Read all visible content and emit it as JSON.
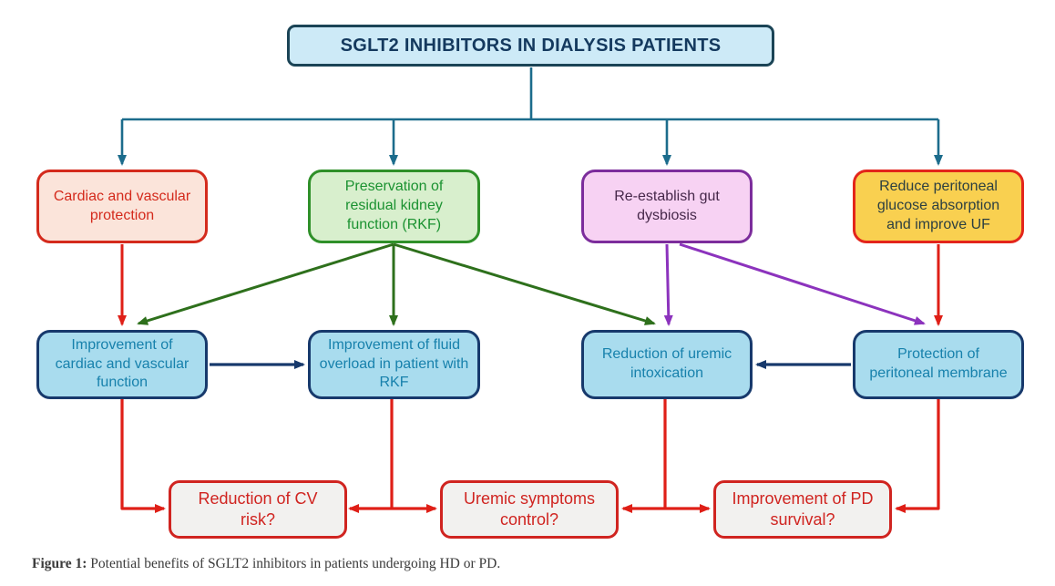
{
  "title": {
    "label": "SGLT2 INHIBITORS IN DIALYSIS PATIENTS"
  },
  "mechanisms": [
    {
      "label": "Cardiac and vascular protection",
      "fill": "#fbe4da",
      "border": "#d42a1c",
      "text": "#d42a1c"
    },
    {
      "label": "Preservation of residual kidney function (RKF)",
      "fill": "#d8efcd",
      "border": "#2f9029",
      "text": "#1b9231"
    },
    {
      "label": "Re-establish gut dysbiosis",
      "fill": "#f7d2f3",
      "border": "#7c2d9c",
      "text": "#46284a"
    },
    {
      "label": "Reduce peritoneal glucose absorption and improve UF",
      "fill": "#f9d050",
      "border": "#e3251b",
      "text": "#2c3f41"
    }
  ],
  "outcomes": [
    {
      "label": "Improvement of cardiac and vascular function",
      "fill": "#a9dcee",
      "border": "#17396c",
      "text": "#1781ac"
    },
    {
      "label": "Improvement of fluid overload in patient with RKF",
      "fill": "#a9dcee",
      "border": "#17396c",
      "text": "#1781ac"
    },
    {
      "label": "Reduction of uremic intoxication",
      "fill": "#a9dcee",
      "border": "#17396c",
      "text": "#1781ac"
    },
    {
      "label": "Protection of peritoneal membrane",
      "fill": "#a9dcee",
      "border": "#17396c",
      "text": "#1781ac"
    }
  ],
  "questions": [
    {
      "label": "Reduction of CV risk?",
      "fill": "#f2f1ef",
      "border": "#d02420",
      "text": "#d02420"
    },
    {
      "label": "Uremic symptoms control?",
      "fill": "#f2f1ef",
      "border": "#d02420",
      "text": "#d02420"
    },
    {
      "label": "Improvement of PD survival?",
      "fill": "#f2f1ef",
      "border": "#d02420",
      "text": "#d02420"
    }
  ],
  "caption": {
    "prefix": "Figure 1:",
    "text": " Potential benefits of SGLT2 inhibitors in patients undergoing HD or PD."
  },
  "arrow_colors": {
    "teal": "#1c6c8c",
    "red": "#df1f17",
    "green": "#2e701c",
    "purple": "#8c33bd",
    "navy": "#17396c"
  },
  "edges": [
    {
      "from": "title",
      "to": "mechanism-cardiac",
      "color": "teal"
    },
    {
      "from": "title",
      "to": "mechanism-rkf",
      "color": "teal"
    },
    {
      "from": "title",
      "to": "mechanism-gut",
      "color": "teal"
    },
    {
      "from": "title",
      "to": "mechanism-glucose",
      "color": "teal"
    },
    {
      "from": "mechanism-cardiac",
      "to": "outcome-cardiac-function",
      "color": "red"
    },
    {
      "from": "mechanism-rkf",
      "to": "outcome-cardiac-function",
      "color": "green"
    },
    {
      "from": "mechanism-rkf",
      "to": "outcome-fluid-overload",
      "color": "green"
    },
    {
      "from": "mechanism-rkf",
      "to": "outcome-uremic-intoxication",
      "color": "green"
    },
    {
      "from": "mechanism-gut",
      "to": "outcome-uremic-intoxication",
      "color": "purple"
    },
    {
      "from": "mechanism-gut",
      "to": "outcome-peritoneal-membrane",
      "color": "purple"
    },
    {
      "from": "mechanism-glucose",
      "to": "outcome-peritoneal-membrane",
      "color": "red"
    },
    {
      "from": "outcome-cardiac-function",
      "to": "outcome-fluid-overload",
      "color": "navy"
    },
    {
      "from": "outcome-peritoneal-membrane",
      "to": "outcome-uremic-intoxication",
      "color": "navy"
    },
    {
      "from": "outcome-cardiac-function",
      "to": "question-cv-risk",
      "color": "red"
    },
    {
      "from": "outcome-fluid-overload",
      "to": "question-cv-risk",
      "color": "red"
    },
    {
      "from": "outcome-fluid-overload",
      "to": "question-uremic-symptoms",
      "color": "red"
    },
    {
      "from": "outcome-uremic-intoxication",
      "to": "question-uremic-symptoms",
      "color": "red"
    },
    {
      "from": "outcome-uremic-intoxication",
      "to": "question-pd-survival",
      "color": "red"
    },
    {
      "from": "outcome-peritoneal-membrane",
      "to": "question-pd-survival",
      "color": "red"
    }
  ]
}
